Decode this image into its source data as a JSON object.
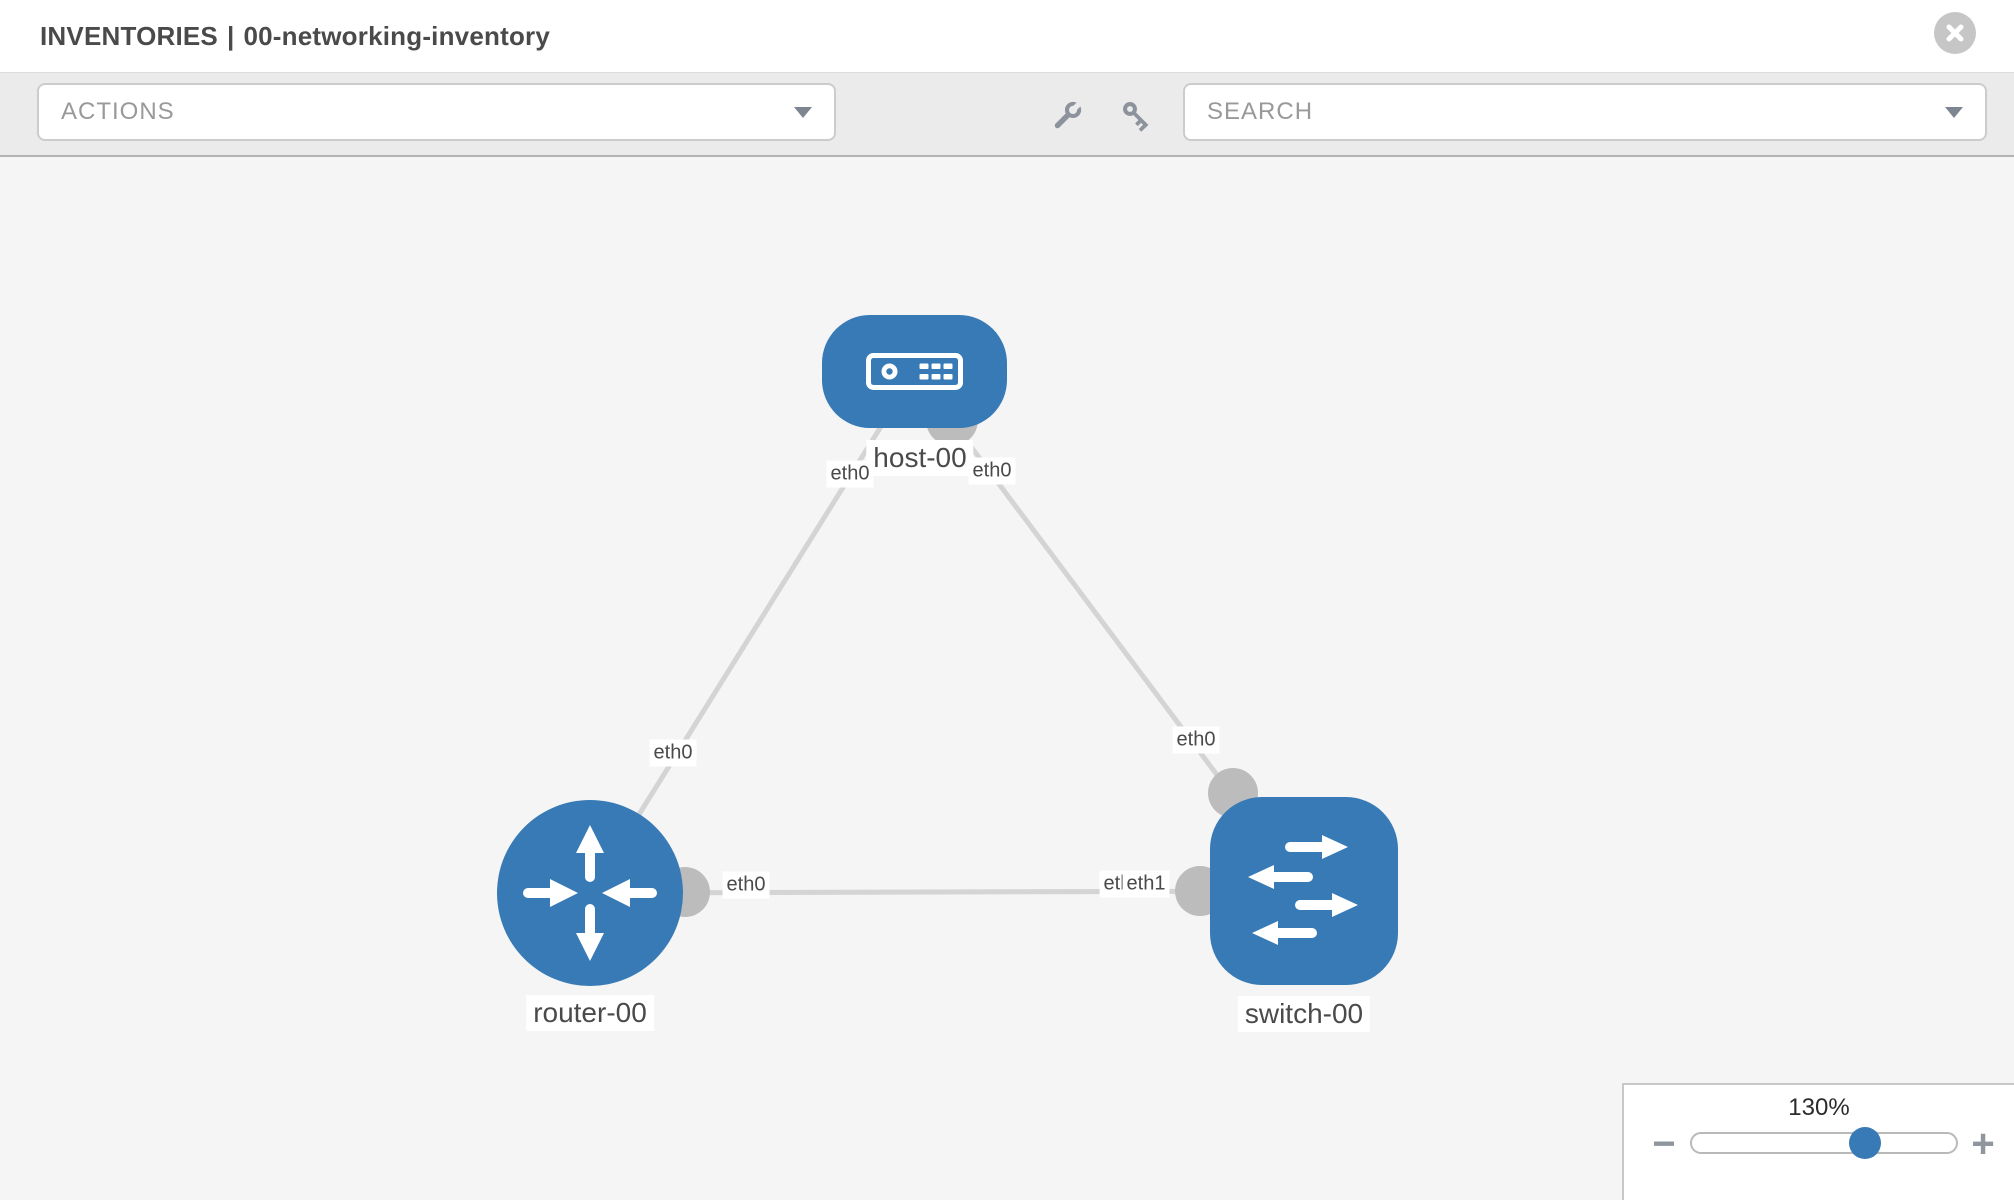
{
  "window": {
    "title_section": "INVENTORIES",
    "title_separator": "|",
    "title_name": "00-networking-inventory"
  },
  "toolbar": {
    "actions_label": "ACTIONS",
    "search_label": "SEARCH"
  },
  "icons": {
    "close": "close-icon",
    "wrench": "wrench-icon",
    "key": "key-icon",
    "dropdown_caret": "chevron-down-icon",
    "zoom_out": "minus-icon",
    "zoom_in": "plus-icon",
    "host": "server-icon",
    "router": "router-arrows-icon",
    "switch": "switch-arrows-icon"
  },
  "topology": {
    "nodes": [
      {
        "id": "host-00",
        "type": "host",
        "label": "host-00"
      },
      {
        "id": "router-00",
        "type": "router",
        "label": "router-00"
      },
      {
        "id": "switch-00",
        "type": "switch",
        "label": "switch-00"
      }
    ],
    "links": [
      {
        "from": "host-00",
        "to": "router-00",
        "from_interface": "eth0",
        "to_interface": "eth0"
      },
      {
        "from": "host-00",
        "to": "switch-00",
        "from_interface": "eth0",
        "to_interface": "eth0"
      },
      {
        "from": "router-00",
        "to": "switch-00",
        "from_interface": "eth0",
        "to_interface": "eth1"
      }
    ],
    "interface_labels": {
      "host_router_at_host": "eth0",
      "host_switch_at_host": "eth0",
      "host_router_at_router": "eth0",
      "router_switch_at_router": "eth0",
      "host_switch_at_switch": "eth0",
      "router_switch_at_switch_under": "eth0",
      "router_switch_at_switch_over": "eth1"
    }
  },
  "zoom_control": {
    "level_label": "130%",
    "minus_label": "−",
    "plus_label": "+",
    "percent": 130
  },
  "colors": {
    "node_blue": "#377ab5",
    "link_gray": "#d4d4d4",
    "connector_gray": "#bcbcbc",
    "canvas_bg": "#f5f5f5",
    "toolbar_bg": "#ebebeb",
    "text_dark": "#4a4a4a"
  }
}
